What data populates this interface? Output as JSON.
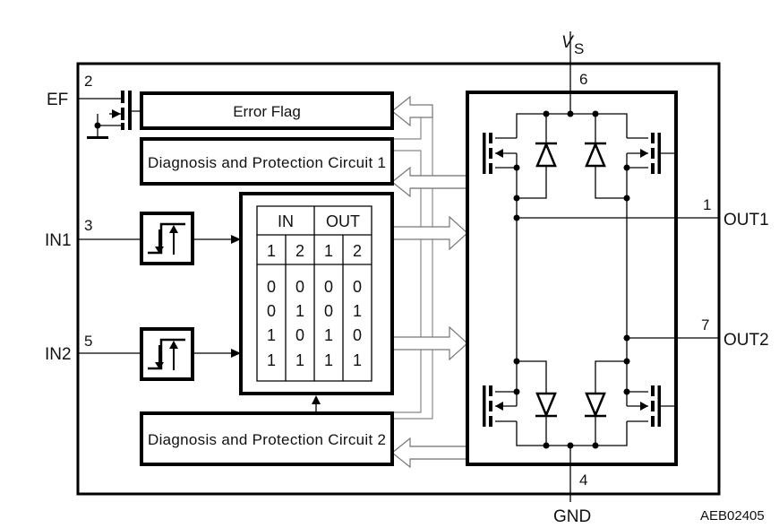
{
  "pins": {
    "ef": {
      "label": "EF",
      "number": "2"
    },
    "in1": {
      "label": "IN1",
      "number": "3"
    },
    "in2": {
      "label": "IN2",
      "number": "5"
    },
    "out1": {
      "label": "OUT1",
      "number": "1"
    },
    "out2": {
      "label": "OUT2",
      "number": "7"
    },
    "vs": {
      "label": "V",
      "subscript": "S",
      "number": "6"
    },
    "gnd": {
      "label": "GND",
      "number": "4"
    }
  },
  "blocks": {
    "error_flag": "Error Flag",
    "diag1": "Diagnosis and Protection Circuit 1",
    "diag2": "Diagnosis and Protection Circuit 2"
  },
  "truth_table": {
    "group_headers": [
      "IN",
      "OUT"
    ],
    "columns": [
      "1",
      "2",
      "1",
      "2"
    ],
    "rows": [
      [
        "0",
        "0",
        "0",
        "0"
      ],
      [
        "0",
        "1",
        "0",
        "1"
      ],
      [
        "1",
        "0",
        "1",
        "0"
      ],
      [
        "1",
        "1",
        "1",
        "1"
      ]
    ]
  },
  "figure_id": "AEB02405"
}
